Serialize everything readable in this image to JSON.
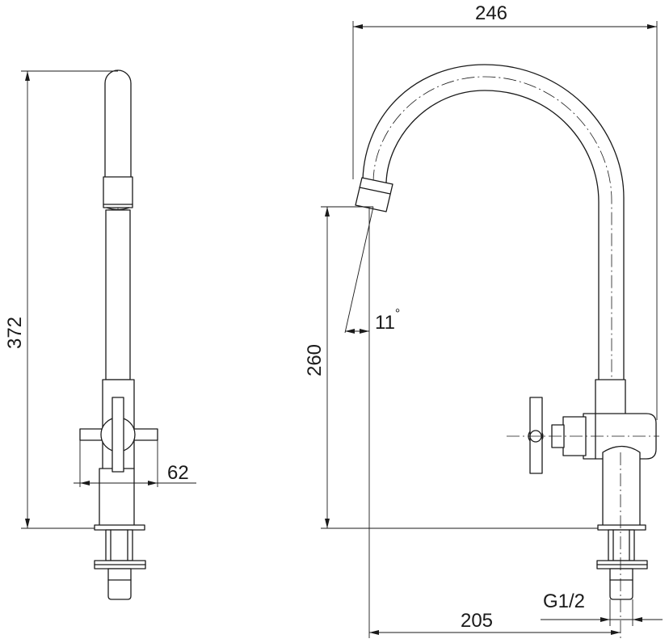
{
  "drawing": {
    "front_view": {
      "height_label": "372",
      "handle_width_label": "62"
    },
    "side_view": {
      "overall_width_label": "246",
      "spout_height_label": "260",
      "spout_angle_label": "11",
      "spout_angle_unit": "°",
      "outlet_offset_label": "205",
      "thread_label": "G1/2"
    }
  }
}
